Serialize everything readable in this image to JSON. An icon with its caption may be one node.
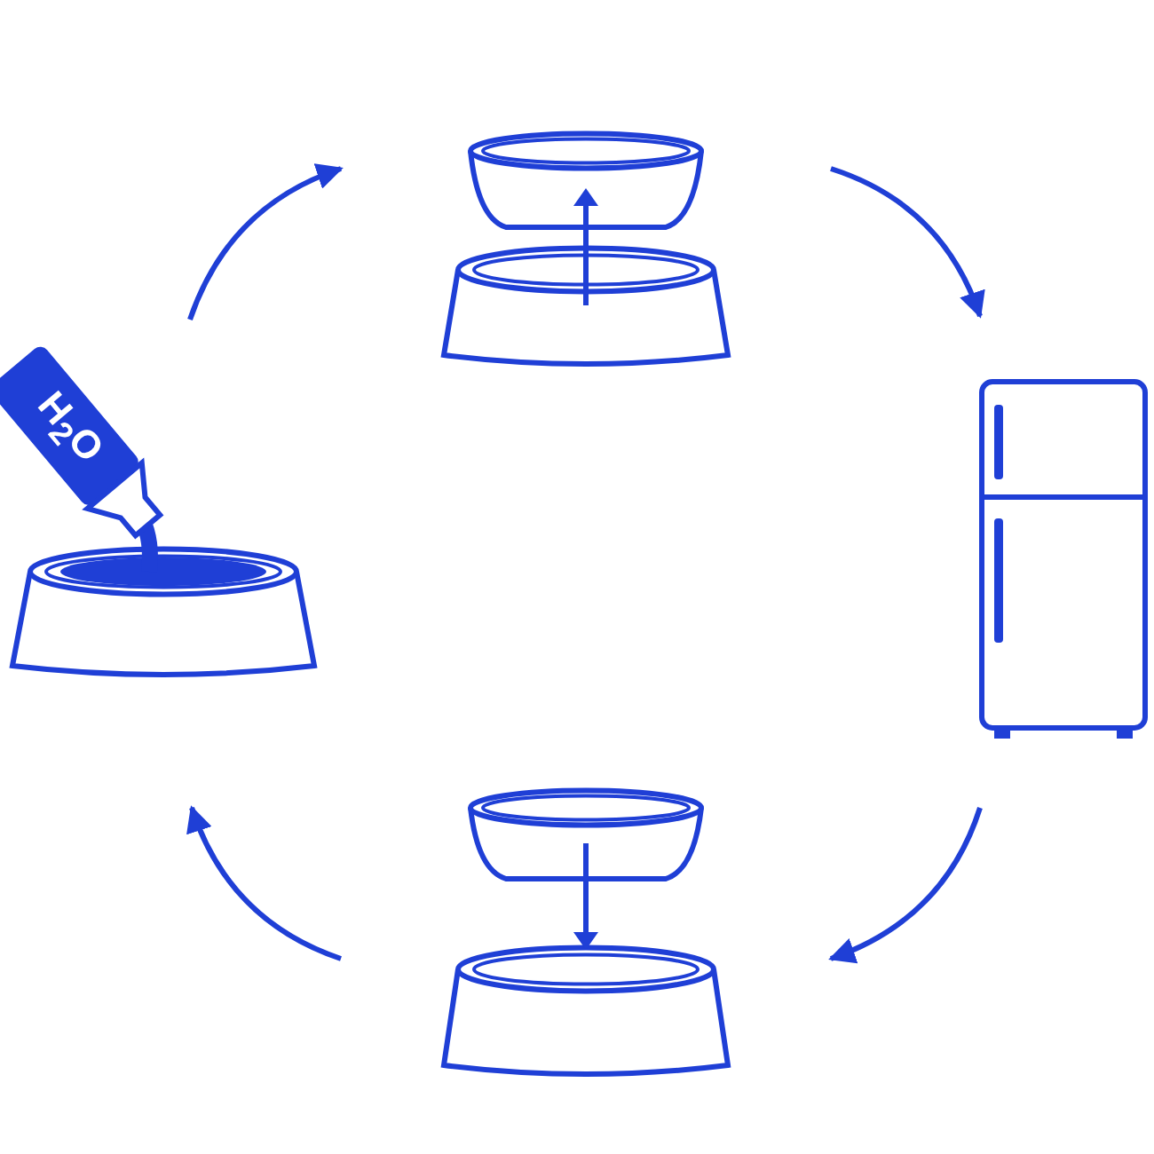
{
  "diagram": {
    "nodes": [
      {
        "text": [],
        "shape": "picture"
      },
      {
        "text": [
          "H$_{2}$O"
        ]
      },
      {
        "text": [],
        "shape": "picture"
      },
      {
        "text": [],
        "shape": "picture"
      }
    ],
    "edges": [
      {
        "from": 1,
        "to": 0,
        "arrow": "to"
      },
      {
        "from": 0,
        "to": 2,
        "arrow": "to"
      },
      {
        "from": 2,
        "to": 3,
        "arrow": "to"
      },
      {
        "from": 3,
        "to": 1,
        "arrow": "to"
      }
    ]
  }
}
